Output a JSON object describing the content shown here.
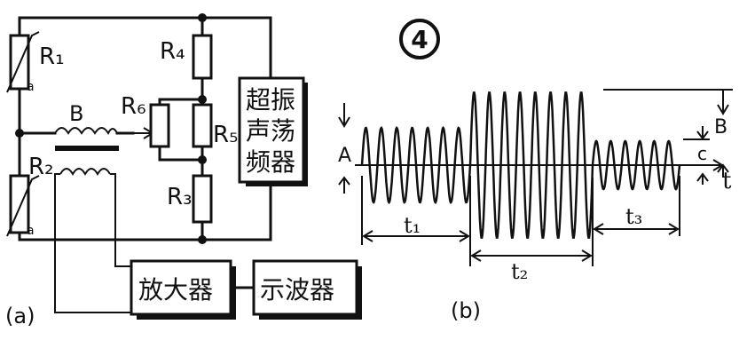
{
  "figure_number": "4",
  "circuit": {
    "panel_label": "(a)",
    "resistors": {
      "r1": "R₁",
      "r2": "R₂",
      "r3": "R₃",
      "r4": "R₄",
      "r5": "R₅",
      "r6": "R₆"
    },
    "thermistor_mark": "a",
    "transformer_label": "B",
    "oscillator_label_lines": [
      "超振",
      "声荡",
      "频器"
    ],
    "amplifier_label": "放大器",
    "oscilloscope_label": "示波器"
  },
  "waveform": {
    "panel_label": "(b)",
    "amplitude_labels": {
      "a": "A",
      "b": "B",
      "c": "c"
    },
    "time_axis_label": "t",
    "intervals": [
      "t₁",
      "t₂",
      "t₃"
    ]
  }
}
